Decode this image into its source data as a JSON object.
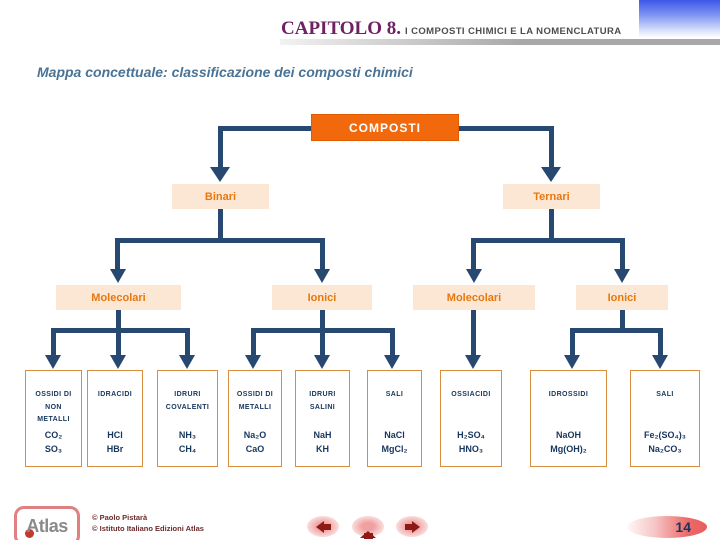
{
  "header": {
    "chapter": "CAPITOLO 8.",
    "subtitle": "I COMPOSTI CHIMICI E LA NOMENCLATURA"
  },
  "page_title": "Mappa concettuale: classificazione dei composti chimici",
  "map": {
    "root": "COMPOSTI",
    "level1": [
      "Binari",
      "Ternari"
    ],
    "level2": [
      "Molecolari",
      "Ionici",
      "Molecolari",
      "Ionici"
    ],
    "leaves": [
      {
        "title": "OSSIDI DI NON METALLI",
        "formulas": [
          "CO₂",
          "SO₃"
        ]
      },
      {
        "title": "IDRACIDI",
        "formulas": [
          "HCl",
          "HBr"
        ]
      },
      {
        "title": "IDRURI COVALENTI",
        "formulas": [
          "NH₃",
          "CH₄"
        ]
      },
      {
        "title": "OSSIDI DI METALLI",
        "formulas": [
          "Na₂O",
          "CaO"
        ]
      },
      {
        "title": "IDRURI SALINI",
        "formulas": [
          "NaH",
          "KH"
        ]
      },
      {
        "title": "SALI",
        "formulas": [
          "NaCl",
          "MgCl₂"
        ]
      },
      {
        "title": "OSSIACIDI",
        "formulas": [
          "H₂SO₄",
          "HNO₃"
        ]
      },
      {
        "title": "IDROSSIDI",
        "formulas": [
          "NaOH",
          "Mg(OH)₂"
        ]
      },
      {
        "title": "SALI",
        "formulas": [
          "Fe₂(SO₄)₃",
          "Na₂CO₃"
        ]
      }
    ]
  },
  "footer": {
    "logo_text": "Atlas",
    "copyright": [
      "© Paolo Pistarà",
      "© Istituto Italiano Edizioni Atlas"
    ],
    "page_number": "14"
  },
  "colors": {
    "root_orange": "#F2690D",
    "peach": "#FCE7D5",
    "node_text_orange": "#E8770F",
    "connector_navy": "#274870",
    "leaf_border_orange": "#D98E3F",
    "leaf_text_navy": "#17365D",
    "chapter_purple": "#6E2263",
    "subtitle_gray": "#4D4D4D",
    "title_blue": "#4A7396",
    "footer_maroon": "#6B2B2B",
    "corner_blue": "#3E56E8",
    "bar_gray": "#A8A8A8",
    "nav_red": "#8F1A15"
  }
}
